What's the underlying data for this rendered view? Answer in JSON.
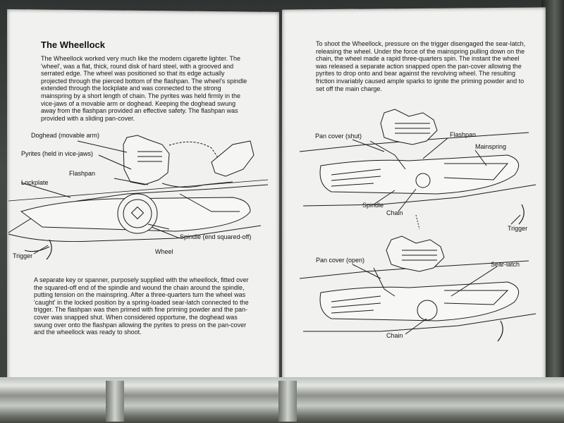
{
  "panels": {
    "left": {
      "title": "The Wheellock",
      "intro": "The Wheellock worked very much like the modern cigarette lighter. The 'wheel', was a flat, thick, round disk of hard steel, with a grooved and serrated edge. The wheel was positioned so that its edge actually projected through the pierced bottom of the flashpan. The wheel's spindle extended through the lockplate and was connected to the strong mainspring by a short length of chain. The pyrites was held firmly in the vice-jaws of a movable arm or doghead. Keeping the doghead swung away from the flashpan provided an effective safety. The flashpan was provided with a sliding pan-cover.",
      "labels": {
        "doghead": "Doghead (movable arm)",
        "pyrites": "Pyrites (held in vice-jaws)",
        "flashpan": "Flashpan",
        "lockplate": "Lockplate",
        "spindle": "Spindle (end squared-off)",
        "trigger": "Trigger",
        "wheel": "Wheel"
      },
      "outro": "A separate key or spanner, purposely supplied with the wheellock, fitted over the squared-off end of the spindle and wound the chain around the spindle, putting tension on the mainspring. After a three-quarters turn the wheel was 'caught' in the locked position by a spring-loaded sear-latch connected to the trigger. The flashpan was then primed with fine priming powder and the pan-cover was snapped shut. When considered opportune, the doghead was swung over onto the flashpan allowing the pyrites to press on the pan-cover and the wheellock was ready to shoot."
    },
    "right": {
      "intro": "To shoot the Wheellock, pressure on the trigger disengaged the sear-latch, releasing the wheel. Under the force of the mainspring pulling down on the chain, the wheel made a rapid three-quarters spin. The instant the wheel was released a separate action snapped open the pan-cover allowing the pyrites to drop onto and bear against the revolving wheel. The resulting friction invariably caused ample sparks to ignite the priming powder and to set off the main charge.",
      "labels": {
        "pan_cover_shut": "Pan cover (shut)",
        "flashpan": "Flashpan",
        "mainspring": "Mainspring",
        "spindle": "Spindle",
        "chain_top": "Chain",
        "trigger": "Trigger",
        "pan_cover_open": "Pan cover (open)",
        "sear_latch": "Sear-latch",
        "chain_bottom": "Chain"
      }
    }
  },
  "colors": {
    "panel": "#f1f2ef",
    "ink": "#16171a",
    "rail": "#c8cbc5",
    "background": "#3a3d3c"
  }
}
